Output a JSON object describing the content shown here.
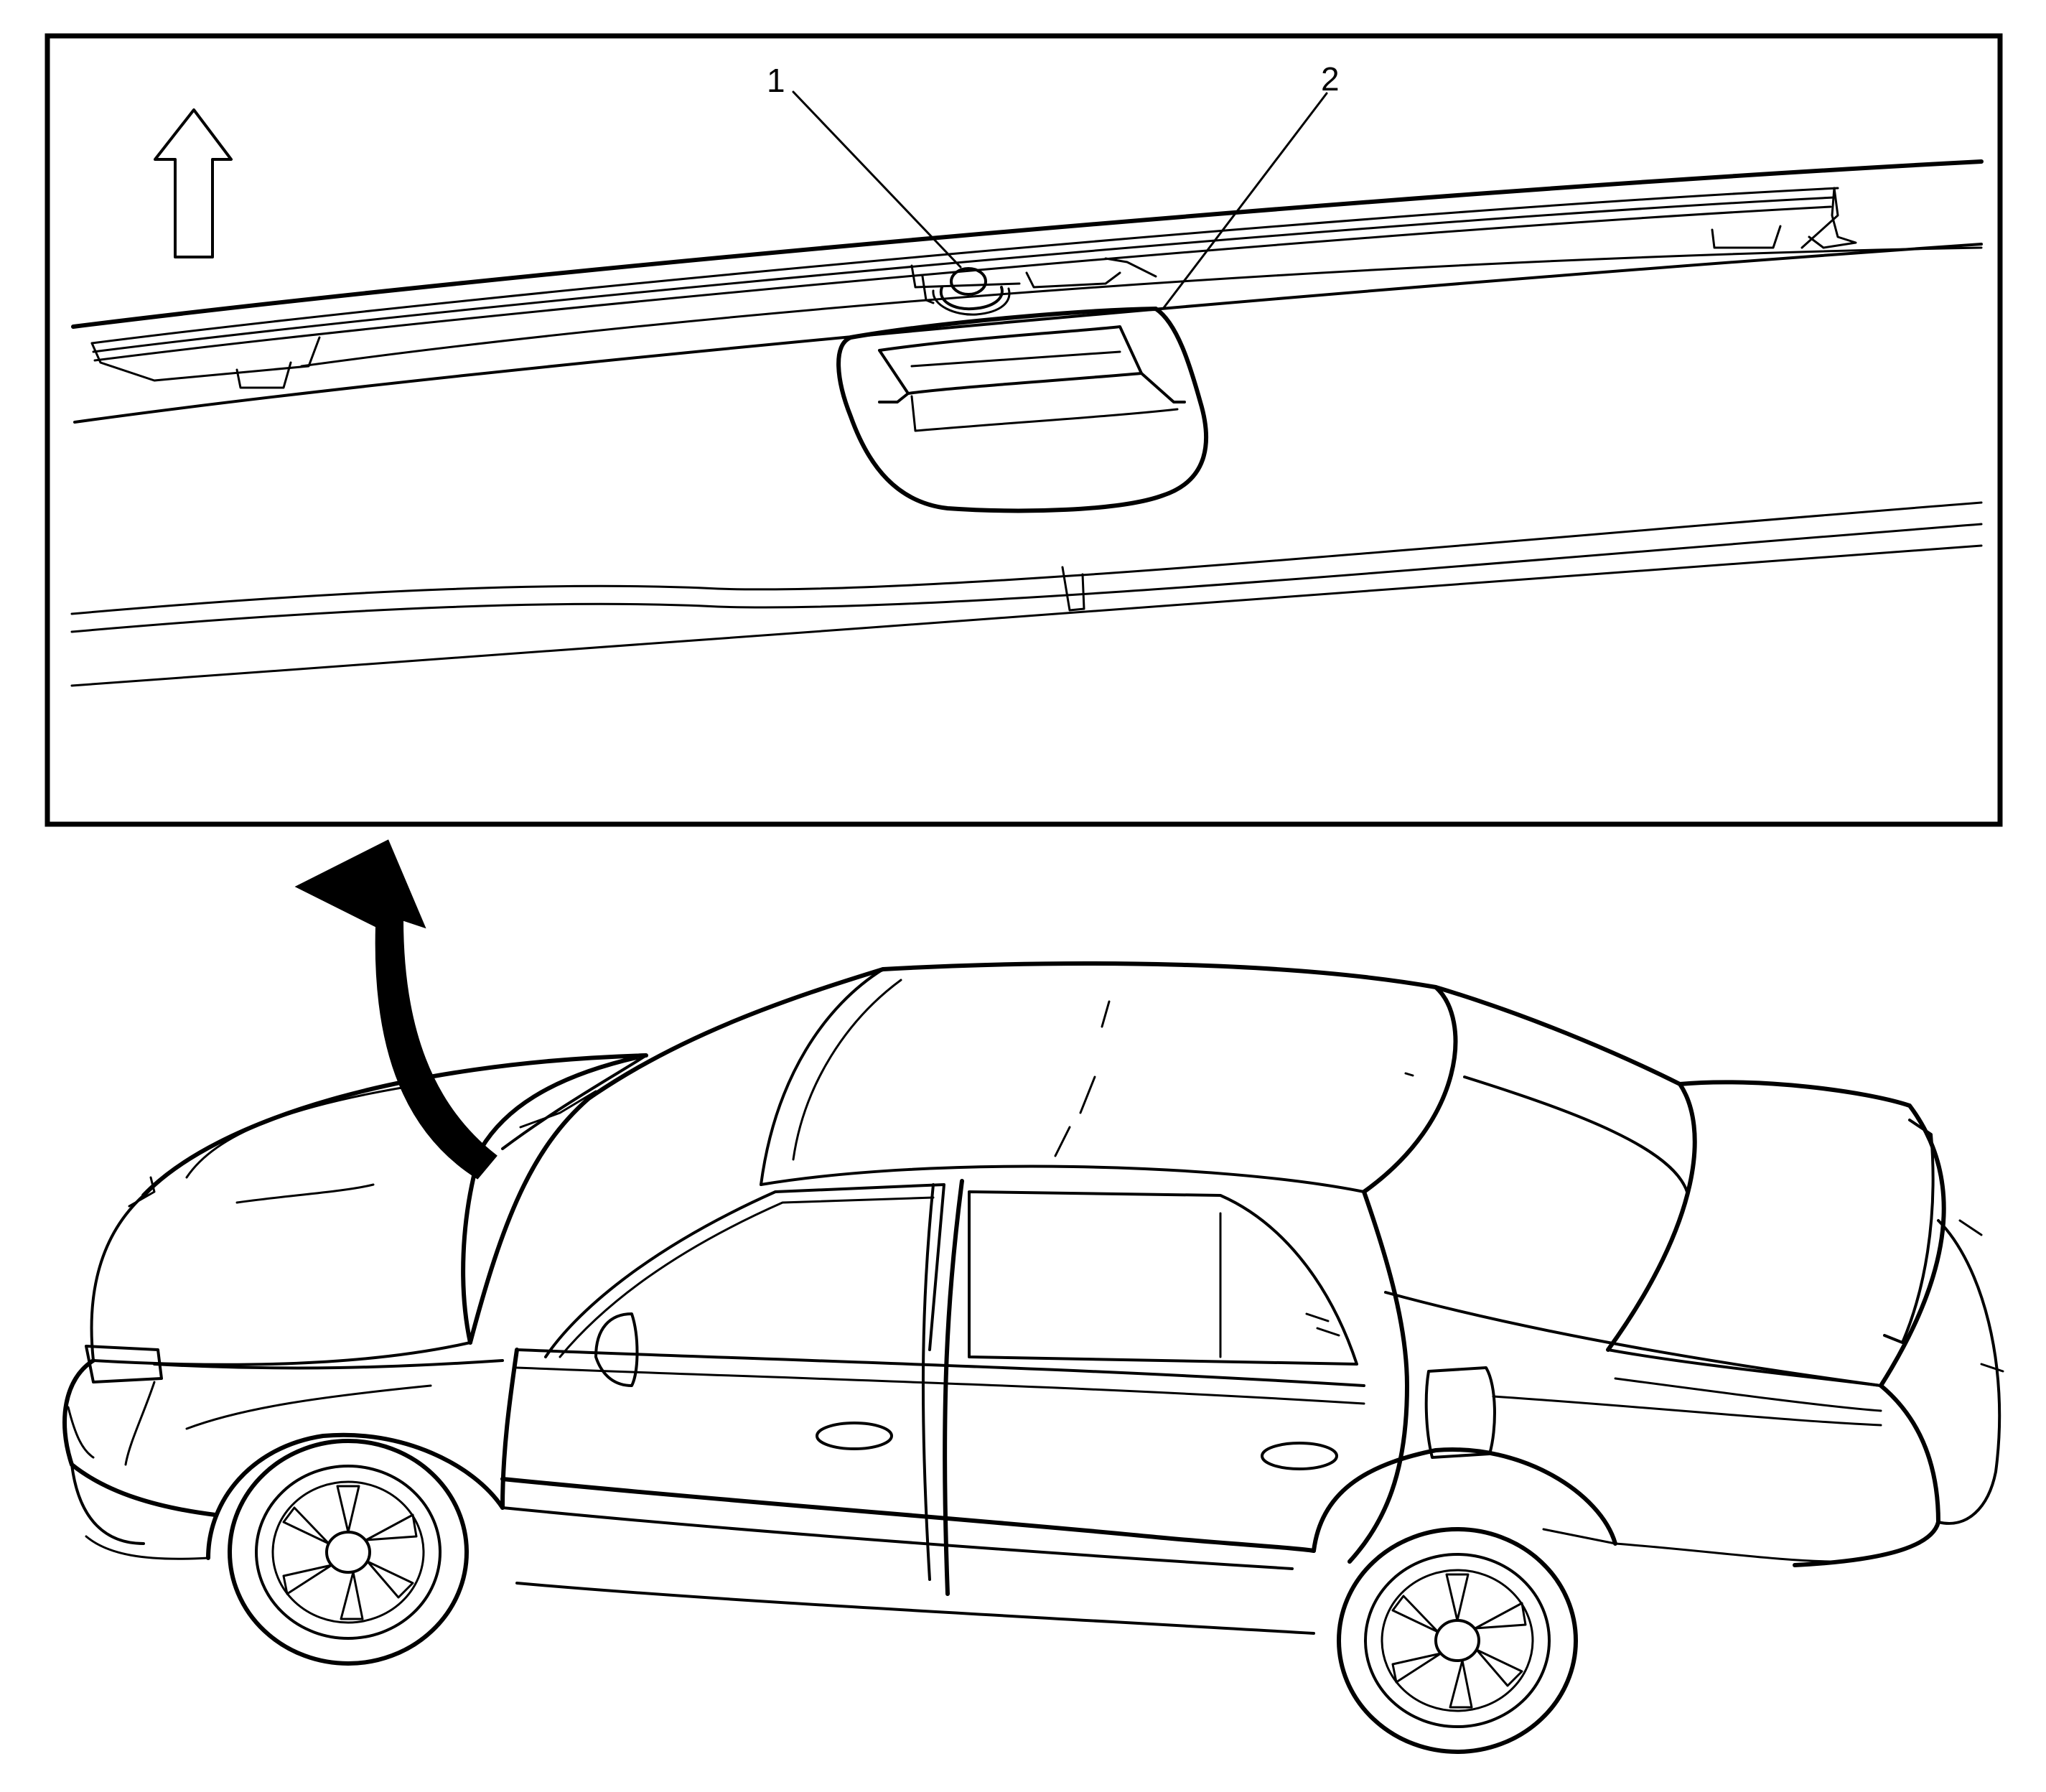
{
  "detail_view": {
    "callouts": [
      {
        "id": "1",
        "label": "1"
      },
      {
        "id": "2",
        "label": "2"
      }
    ],
    "direction_arrow_icon": "up-arrow-icon"
  },
  "overview": {
    "view_arrow_icon": "curved-arrow-icon",
    "subject": "sedan-side-view"
  },
  "colors": {
    "line": "#000000",
    "background": "#ffffff"
  }
}
